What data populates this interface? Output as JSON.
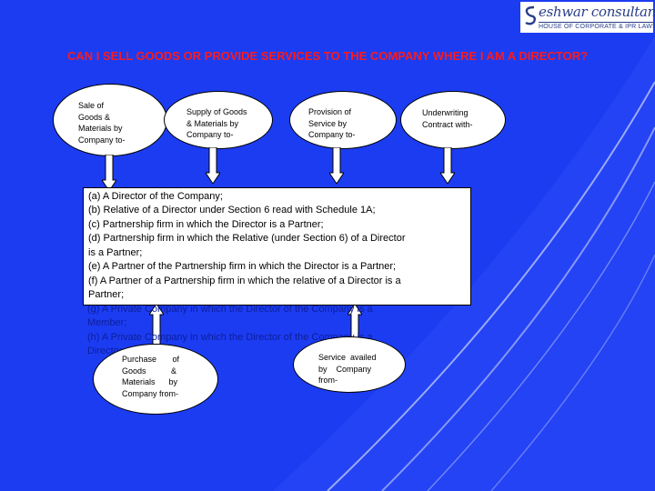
{
  "colors": {
    "background": "#1c3cf2",
    "title": "#ff1a1a",
    "box": "#ffffff"
  },
  "logo": {
    "icon": "logo-mark-icon",
    "name": "eshwar consultants",
    "tagline": "HOUSE OF CORPORATE & IPR LAWS"
  },
  "title": "CAN I  SELL GOODS OR PROVIDE SERVICES TO THE COMPANY WHERE I AM A DIRECTOR?",
  "ovals": [
    {
      "lines": [
        "Sale of",
        "Goods &",
        "Materials by",
        "Company to-"
      ]
    },
    {
      "lines": [
        "Supply of Goods",
        "& Materials by",
        "Company to-"
      ]
    },
    {
      "lines": [
        "Provision     of",
        "Service       by",
        "Company to-"
      ]
    },
    {
      "lines": [
        "Underwriting",
        "Contract with-"
      ]
    },
    {
      "lines": [
        "Purchase       of",
        "Goods           &",
        "Materials      by",
        "Company from-"
      ]
    },
    {
      "lines": [
        "Service  availed",
        "by    Company",
        "from-"
      ]
    }
  ],
  "conditions": [
    "(a) A Director of the Company;",
    "(b) Relative of a Director under Section 6 read with Schedule 1A;",
    "(c) Partnership firm in which the Director is a Partner;",
    "(d) Partnership firm in which the Relative (under Section 6) of a Director",
    "is a Partner;",
    "(e) A Partner of the Partnership firm in which the Director is a Partner;",
    "(f) A Partner of a Partnership firm in which the relative of a Director is a",
    "Partner;"
  ],
  "hidden_conditions": [
    "(g) A Private Company in which the Director of the Company is a",
    "Member;",
    "(h) A Private Company in which the Director of the Company is a",
    "Director;"
  ]
}
